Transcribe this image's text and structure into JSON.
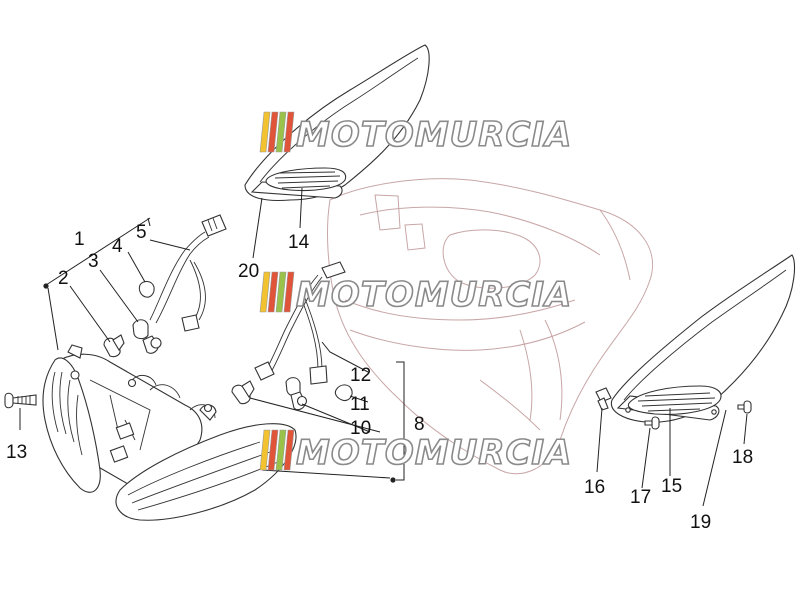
{
  "watermark": {
    "text": "MOTOMURCIA",
    "colors": [
      "#f2c230",
      "#e0543a",
      "#9ac24a",
      "#e0543a",
      "#9ac24a"
    ]
  },
  "callouts": [
    "1",
    "2",
    "3",
    "4",
    "5",
    "8",
    "10",
    "11",
    "12",
    "13",
    "14",
    "15",
    "16",
    "17",
    "18",
    "19",
    "20"
  ]
}
